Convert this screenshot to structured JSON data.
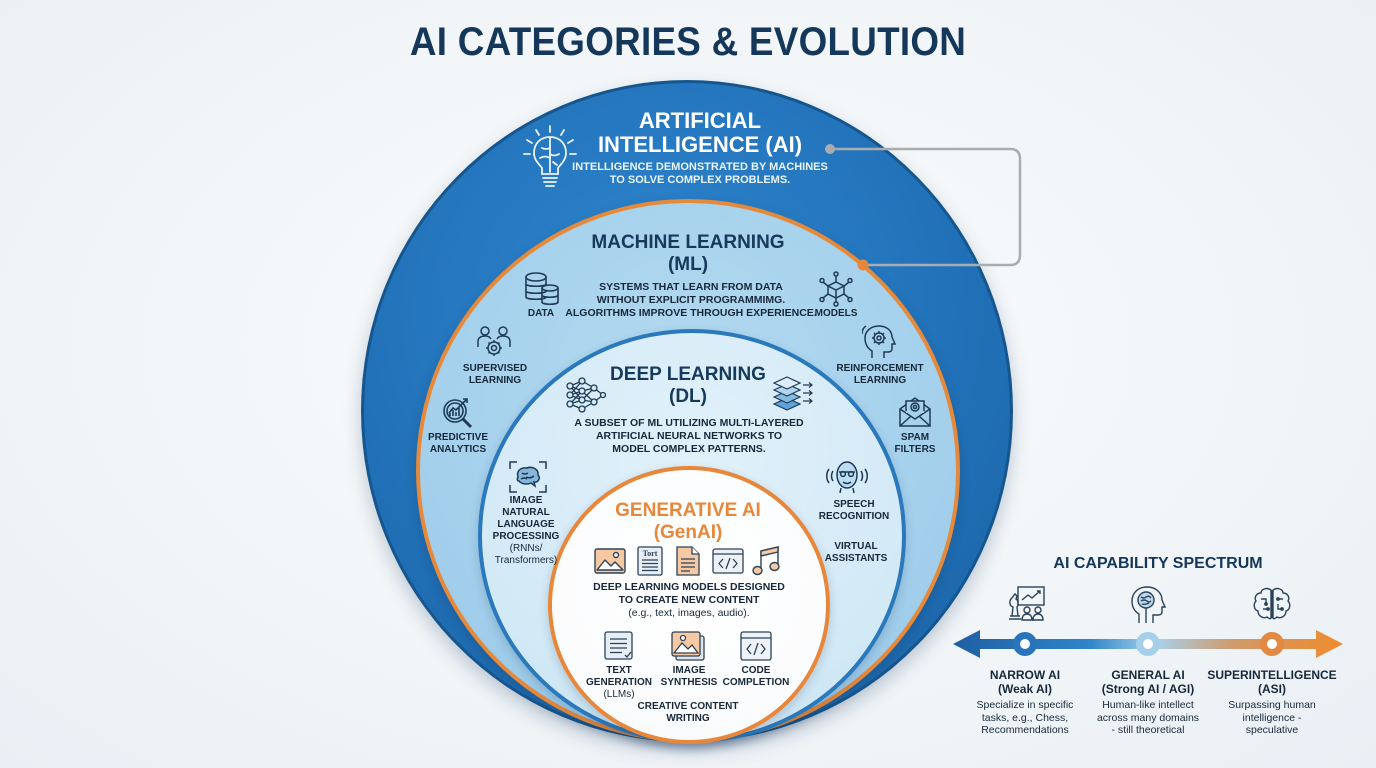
{
  "title": "AI CATEGORIES & EVOLUTION",
  "colors": {
    "ai_blue": "#2171b8",
    "ml_light_blue": "#a4d0ec",
    "dl_pale_blue": "#d2e9f6",
    "gen_white": "#ffffff",
    "accent_orange": "#e8873a",
    "title_navy": "#14375a",
    "connector_gray": "#a8adb2"
  },
  "ai": {
    "heading_line1": "ARTIFICIAL",
    "heading_line2": "INTELLIGENCE (AI)",
    "desc_line1": "INTELLIGENCE DEMONSTRATED BY MACHINES",
    "desc_line2": "TO SOLVE COMPLEX PROBLEMS.",
    "icon": "lightbulb-brain-icon"
  },
  "ml": {
    "heading_line1": "MACHINE LEARNING",
    "heading_line2": "(ML)",
    "desc_line1": "SYSTEMS THAT LEARN FROM DATA",
    "desc_line2": "WITHOUT EXPLICIT PROGRAMMIMG.",
    "desc_line3": "ALGORITHMS IMPROVE THROUGH EXPERIENCE.",
    "items": [
      {
        "label_line1": "DATA",
        "label_line2": "",
        "icon": "database-icon"
      },
      {
        "label_line1": "MODELS",
        "label_line2": "",
        "icon": "network-cube-icon"
      },
      {
        "label_line1": "SUPERVISED",
        "label_line2": "LEARNING",
        "icon": "users-gear-icon"
      },
      {
        "label_line1": "REINFORCEMENT",
        "label_line2": "LEARNING",
        "icon": "head-gear-icon"
      },
      {
        "label_line1": "PREDICTIVE",
        "label_line2": "ANALYTICS",
        "icon": "magnifier-chart-icon"
      },
      {
        "label_line1": "SPAM",
        "label_line2": "FILTERS",
        "icon": "envelope-at-icon"
      }
    ]
  },
  "dl": {
    "heading_line1": "DEEP LEARNING",
    "heading_line2": "(DL)",
    "desc_line1": "A SUBSET OF ML UTILIZING MULTI-LAYERED",
    "desc_line2": "ARTIFICIAL NEURAL NETWORKS TO",
    "desc_line3": "MODEL COMPLEX PATTERNS.",
    "icon_left": "neural-network-icon",
    "icon_right": "layers-icon",
    "items": [
      {
        "lines": [
          "IMAGE",
          "NATURAL",
          "LANGUAGE",
          "PROCESSING"
        ],
        "sub_lines": [
          "(RNNs/",
          "Transformers)"
        ],
        "icon": "brain-scan-icon"
      },
      {
        "lines": [
          "SPEECH",
          "RECOGNITION"
        ],
        "sub_lines": [],
        "icon": "speaking-head-icon"
      },
      {
        "lines": [
          "VIRTUAL",
          "ASSISTANTS"
        ],
        "sub_lines": []
      }
    ]
  },
  "genai": {
    "heading_line1": "GENERATIVE AI",
    "heading_line2": "(GenAI)",
    "desc_line1": "DEEP LEARNING MODELS DESIGNED",
    "desc_line2": "TO CREATE NEW CONTENT",
    "desc_line3": "(e.g., text, images, audio).",
    "top_icons": [
      "image-icon",
      "text-document-icon",
      "document-icon",
      "code-window-icon",
      "music-note-icon"
    ],
    "text_icon_label": "Tort",
    "items": [
      {
        "line1": "TEXT",
        "line2": "GENERATION",
        "line3": "(LLMs)",
        "icon": "text-lines-icon"
      },
      {
        "line1": "IMAGE",
        "line2": "SYNTHESIS",
        "line3": "",
        "icon": "image-stack-icon"
      },
      {
        "line1": "CODE",
        "line2": "COMPLETION",
        "line3": "",
        "icon": "code-window-icon"
      }
    ],
    "bottom_line1": "CREATIVE CONTENT",
    "bottom_line2": "WRITING"
  },
  "spectrum": {
    "title": "AI CAPABILITY SPECTRUM",
    "stages": [
      {
        "name_line1": "NARROW AI",
        "name_line2": "(Weak AI)",
        "desc_line1": "Specialize in specific",
        "desc_line2": "tasks, e.g., Chess,",
        "desc_line3": "Recommendations",
        "icon": "chess-presentation-icon"
      },
      {
        "name_line1": "GENERAL AI",
        "name_line2": "(Strong AI / AGI)",
        "desc_line1": "Human-like intellect",
        "desc_line2": "across many domains",
        "desc_line3": "- still theoretical",
        "icon": "head-brain-icon"
      },
      {
        "name_line1": "SUPERINTELLIGENCE",
        "name_line2": "(ASI)",
        "desc_line1": "Surpassing human",
        "desc_line2": "intelligence -",
        "desc_line3": "speculative",
        "icon": "brain-circuit-icon"
      }
    ]
  }
}
